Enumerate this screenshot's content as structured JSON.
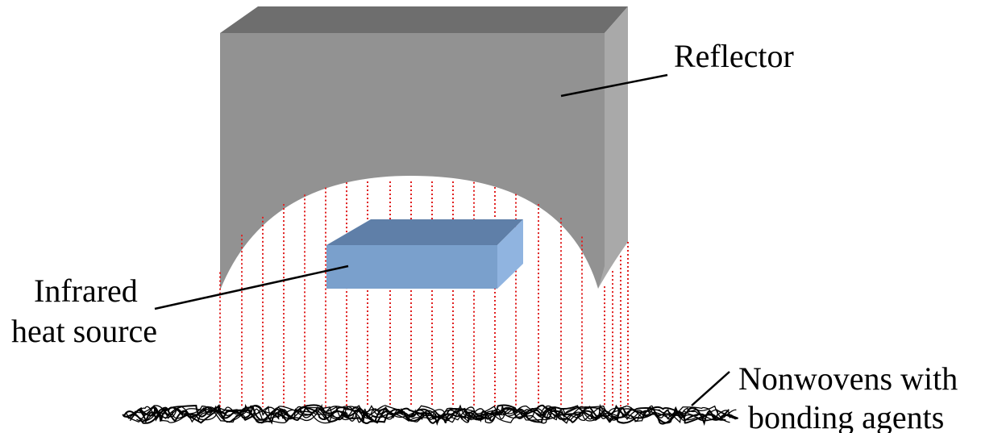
{
  "labels": {
    "reflector": "Reflector",
    "heat_source_line1": "Infrared",
    "heat_source_line2": "heat source",
    "nonwovens_line1": "Nonwovens with",
    "nonwovens_line2": "bonding agents"
  },
  "colors": {
    "reflector_front": "#929292",
    "reflector_top": "#6e6e6e",
    "reflector_side": "#a9a9a9",
    "heat_source_front": "#7aa0cc",
    "heat_source_top": "#5f7fa8",
    "heat_source_side": "#90b4e0",
    "rays": "#e02020",
    "fibers": "#000000",
    "leader_lines": "#000000"
  },
  "icons": {
    "reflector": "reflector-shape",
    "heat_source": "heat-source-box",
    "rays": "infrared-ray-lines",
    "fibers": "nonwoven-fiber-web"
  }
}
